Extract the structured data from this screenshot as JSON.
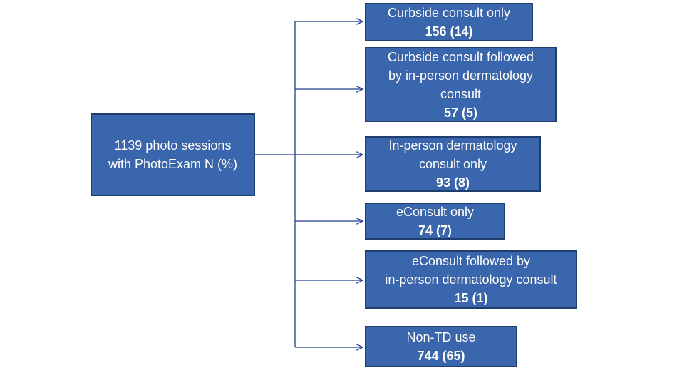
{
  "source": {
    "lines": [
      "1139 photo sessions",
      "with PhotoExam  N (%)"
    ]
  },
  "outcomes": [
    {
      "lines": [
        "Curbside consult only"
      ],
      "count": "156 (14)"
    },
    {
      "lines": [
        "Curbside consult followed",
        "by in-person dermatology",
        "consult"
      ],
      "count": "57 (5)"
    },
    {
      "lines": [
        "In-person dermatology",
        "consult only"
      ],
      "count": "93 (8)"
    },
    {
      "lines": [
        "eConsult only"
      ],
      "count": "74 (7)"
    },
    {
      "lines": [
        "eConsult followed by",
        "in-person dermatology consult"
      ],
      "count": "15 (1)"
    },
    {
      "lines": [
        "Non-TD use"
      ],
      "count": "744 (65)"
    }
  ],
  "colors": {
    "box_fill": "#3a66ad",
    "box_border": "#1f3e6e",
    "connector": "#1f3e8a",
    "text": "#ffffff"
  }
}
